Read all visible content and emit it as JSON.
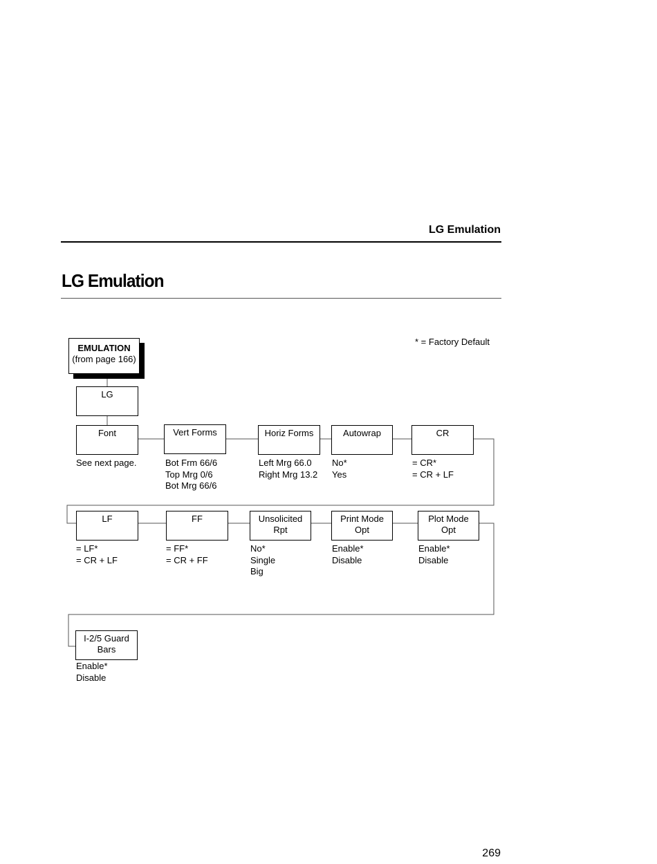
{
  "header": {
    "running_title": "LG Emulation",
    "page_title": "LG Emulation"
  },
  "legend": "* = Factory Default",
  "page_number": "269",
  "diagram": {
    "root": {
      "title": "EMULATION",
      "subtitle": "(from page 166)"
    },
    "lg": "LG",
    "row1": [
      {
        "label": [
          "Font"
        ],
        "options": [
          "See next page."
        ]
      },
      {
        "label": [
          "Vert Forms"
        ],
        "options": [
          "Bot Frm 66/6",
          "Top Mrg 0/6",
          "Bot Mrg 66/6"
        ]
      },
      {
        "label": [
          "Horiz Forms"
        ],
        "options": [
          "Left Mrg 66.0",
          "Right Mrg 13.2"
        ]
      },
      {
        "label": [
          "Autowrap"
        ],
        "options": [
          "No*",
          "Yes"
        ]
      },
      {
        "label": [
          "CR"
        ],
        "options": [
          "= CR*",
          "= CR + LF"
        ]
      }
    ],
    "row2": [
      {
        "label": [
          "LF"
        ],
        "options": [
          "= LF*",
          "= CR + LF"
        ]
      },
      {
        "label": [
          "FF"
        ],
        "options": [
          "= FF*",
          "= CR + FF"
        ]
      },
      {
        "label": [
          "Unsolicited",
          "Rpt"
        ],
        "options": [
          "No*",
          "Single",
          "Big"
        ]
      },
      {
        "label": [
          "Print Mode",
          "Opt"
        ],
        "options": [
          "Enable*",
          "Disable"
        ]
      },
      {
        "label": [
          "Plot Mode",
          "Opt"
        ],
        "options": [
          "Enable*",
          "Disable"
        ]
      }
    ],
    "row3": [
      {
        "label": [
          "I-2/5 Guard",
          "Bars"
        ],
        "options": [
          "Enable*",
          "Disable"
        ]
      }
    ]
  }
}
